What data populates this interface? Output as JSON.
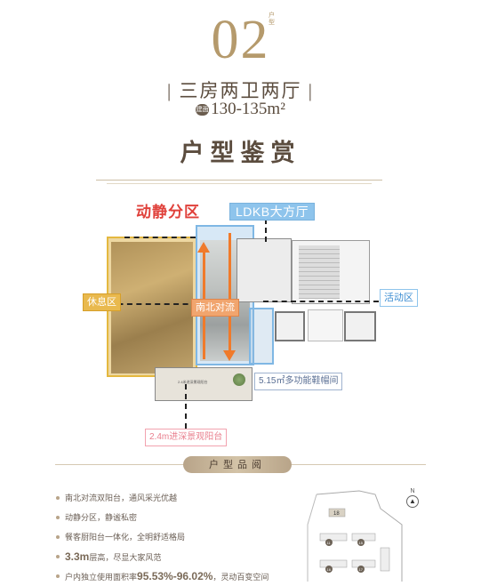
{
  "header": {
    "number": "02",
    "number_label": "户型",
    "layout_name": "| 三房两卫两厅 |",
    "area_icon_text": "建面",
    "area": "130-135m²",
    "section_title": "户型鉴赏"
  },
  "plan": {
    "zone_label": "动静分区",
    "ldkb_label": "LDKB大方厅",
    "rest_label": "休息区",
    "ns_label": "南北对流",
    "active_label": "活动区",
    "shoe_label": "5.15㎡多功能鞋帽间",
    "balcony_label": "2.4m进深景观阳台",
    "balcony_inner_text": "2.4米进深景观阳台",
    "colors": {
      "rest": "#e9b94e",
      "ldkb": "#8ec4ec",
      "arrow": "#f07a2a",
      "zone_title": "#e0413b",
      "balcony_tag": "#e97f8e"
    }
  },
  "divider": {
    "label": "户型品阅"
  },
  "features": [
    "南北对流双阳台，通风采光优越",
    "动静分区，静谧私密",
    "餐客厨阳台一体化，全明舒适格局",
    "3.3m层高，尽显大家风范",
    "户内独立使用面积率95.53%-96.02%，灵动百变空间"
  ],
  "feature_highlights": {
    "height": "3.3m",
    "height_rest": "层高，尽显大家风范",
    "ratio_prefix": "户内独立使用面积率",
    "ratio": "95.53%-96.02%",
    "ratio_rest": "，灵动百变空间"
  },
  "site_map": {
    "compass": "N",
    "building_tags": [
      "18",
      "11",
      "15",
      "16",
      "17"
    ]
  }
}
